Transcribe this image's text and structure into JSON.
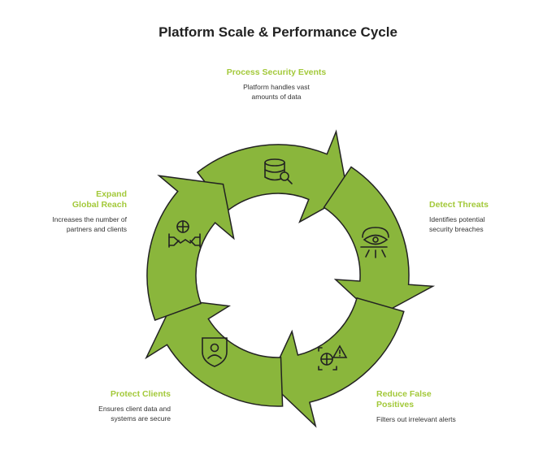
{
  "title": "Platform Scale & Performance Cycle",
  "colors": {
    "accent": "#a3c93a",
    "arrow_fill": "#8ab63c",
    "outline": "#222222"
  },
  "steps": [
    {
      "title": "Process Security Events",
      "description": "Platform handles vast amounts of data",
      "icon": "database-search-icon"
    },
    {
      "title": "Detect Threats",
      "description": "Identifies potential security breaches",
      "icon": "eye-scan-icon"
    },
    {
      "title": "Reduce False Positives",
      "description": "Filters out irrelevant alerts",
      "icon": "alert-filter-icon"
    },
    {
      "title": "Protect Clients",
      "description": "Ensures client data and systems are secure",
      "icon": "shield-user-icon"
    },
    {
      "title": "Expand Global Reach",
      "description": "Increases the number of partners and clients",
      "icon": "handshake-globe-icon"
    }
  ]
}
